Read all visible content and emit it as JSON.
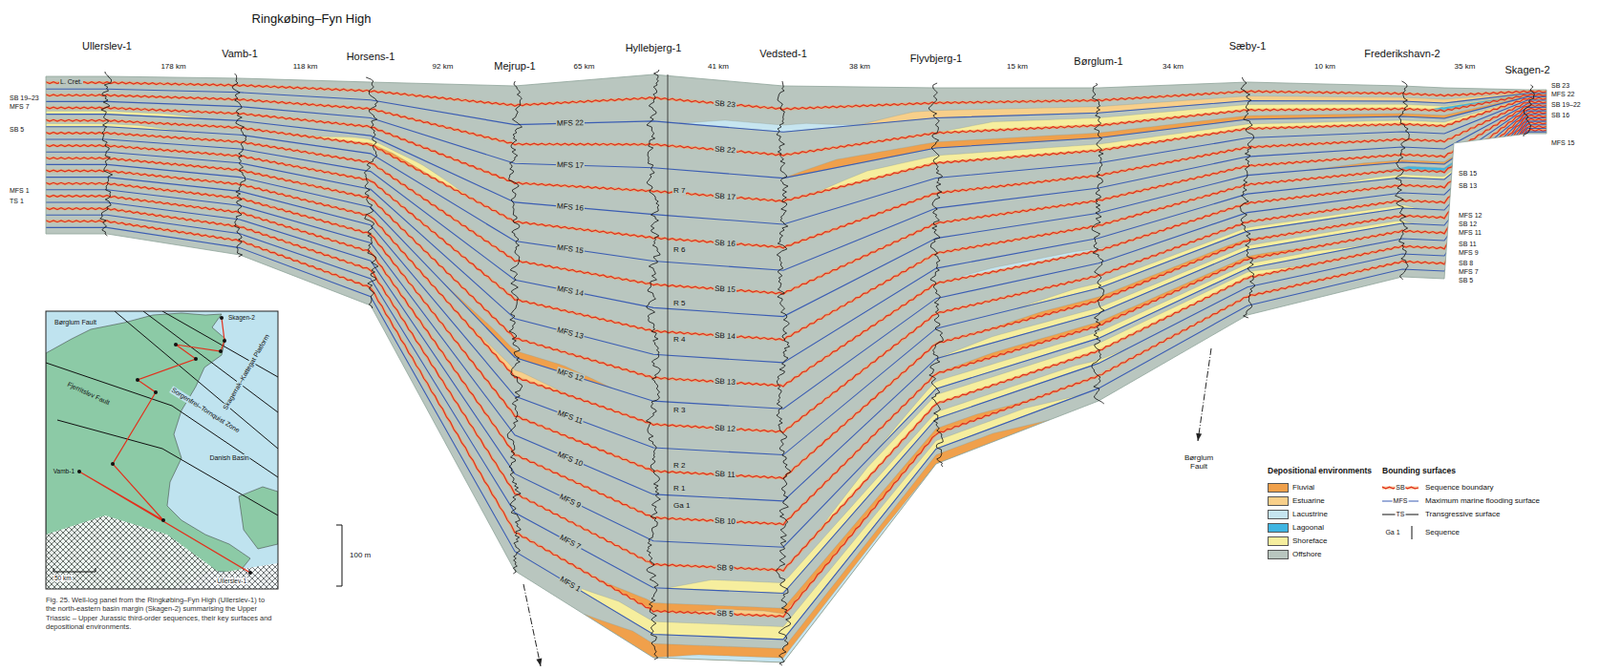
{
  "diagram": {
    "caption": "Fig. 25. Well-log panel from the Ringkøbing–Fyn High (Ullerslev-1) to the north-eastern basin margin (Skagen-2) summarising the Upper Triassic – Upper Jurassic third-order sequences, their key surfaces and depositional environments.",
    "labels": [
      "Ringkøbing–Fyn High",
      "Ullerslev-1",
      "Vamb-1",
      "Horsens-1",
      "Mejrup-1",
      "Hyllebjerg-1",
      "Vedsted-1",
      "Flyvbjerg-1",
      "Børglum-1",
      "Sæby-1",
      "Frederikshavn-2",
      "Skagen-2",
      "178 km",
      "118 km",
      "92 km",
      "65 km",
      "41 km",
      "38 km",
      "15 km",
      "34 km",
      "10 km",
      "35 km",
      "L. Cret.",
      "SB 19–23",
      "MFS 7",
      "SB 5",
      "MFS 1",
      "TS 1",
      "SB 23",
      "MFS 22",
      "SB 19–22",
      "SB 16",
      "MFS 15",
      "SB 15",
      "SB 13",
      "MFS 12",
      "SB 12",
      "MFS 11",
      "SB 11",
      "MFS 9",
      "SB 8",
      "MFS 7",
      "SB 5",
      "SB 23",
      "MFS 22",
      "SB 22",
      "MFS 17",
      "SB 17",
      "MFS 16",
      "SB 16",
      "MFS 15",
      "SB 15",
      "MFS 14",
      "SB 14",
      "MFS 13",
      "SB 13",
      "MFS 12",
      "SB 12",
      "MFS 11",
      "SB 11",
      "MFS 10",
      "SB 10",
      "MFS 9",
      "SB 9",
      "MFS 7",
      "SB 5",
      "MFS 1",
      "R 7",
      "R 6",
      "R 5",
      "R 4",
      "R 3",
      "R 2",
      "R 1",
      "Ga 1",
      "Børglum Fault",
      "100 m",
      "Depositional environments",
      "Bounding surfaces",
      "SB",
      "MFS",
      "TS",
      "Ga 1",
      "Børglum Fault",
      "Fjerritslev Fault",
      "Skagerrak–Kattegat Platform",
      "Sorgenfrei–Tornquist Zone",
      "Danish Basin",
      "Skagen-2",
      "Vamb-1",
      "Ullerslev-1",
      "50 km"
    ],
    "legend": [
      {
        "text": "Fluvial",
        "color": "#f0a04b"
      },
      {
        "text": "Estuarine",
        "color": "#f8cf8a"
      },
      {
        "text": "Lacustrine",
        "color": "#c6e5f0"
      },
      {
        "text": "Lagoonal",
        "color": "#3fb5e2"
      },
      {
        "text": "Shoreface",
        "color": "#f6ee9e"
      },
      {
        "text": "Offshore",
        "color": "#b9c6bf"
      },
      {
        "text": "Sequence boundary"
      },
      {
        "text": "Maximum marine flooding surface"
      },
      {
        "text": "Transgressive surface"
      },
      {
        "text": "Sequence"
      }
    ]
  }
}
